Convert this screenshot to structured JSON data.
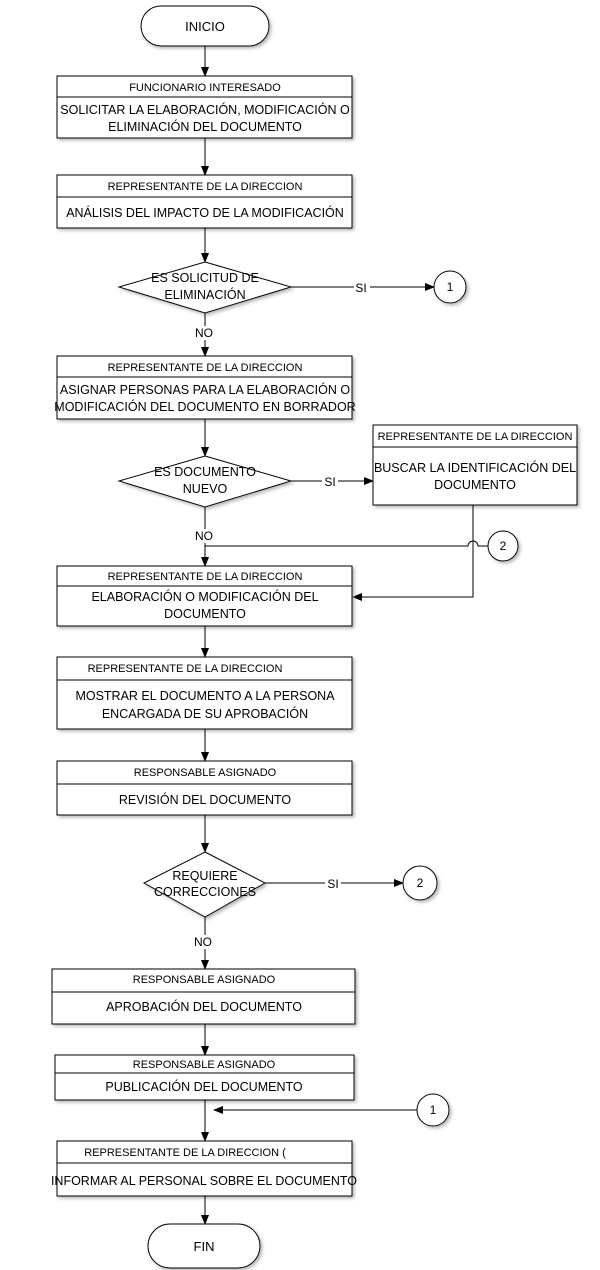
{
  "start": "INICIO",
  "end": "FIN",
  "boxes": [
    {
      "header": "FUNCIONARIO INTERESADO",
      "lines": [
        "SOLICITAR LA ELABORACIÓN, MODIFICACIÓN O",
        "ELIMINACIÓN DEL DOCUMENTO"
      ]
    },
    {
      "header": "REPRESENTANTE DE LA DIRECCION",
      "lines": [
        "ANÁLISIS DEL IMPACTO DE LA MODIFICACIÓN"
      ]
    },
    {
      "header": "REPRESENTANTE DE LA DIRECCION",
      "lines": [
        "ASIGNAR PERSONAS PARA LA ELABORACIÓN O",
        "MODIFICACIÓN DEL DOCUMENTO EN BORRADOR"
      ]
    },
    {
      "header": "REPRESENTANTE DE LA DIRECCION",
      "lines": [
        "BUSCAR LA IDENTIFICACIÓN DEL",
        "DOCUMENTO"
      ]
    },
    {
      "header": "REPRESENTANTE DE LA DIRECCION",
      "lines": [
        "ELABORACIÓN O MODIFICACIÓN DEL",
        "DOCUMENTO"
      ]
    },
    {
      "header": "REPRESENTANTE DE LA DIRECCION",
      "lines": [
        "MOSTRAR EL DOCUMENTO A LA PERSONA",
        "ENCARGADA DE SU APROBACIÓN"
      ]
    },
    {
      "header": "RESPONSABLE ASIGNADO",
      "lines": [
        "REVISIÓN DEL DOCUMENTO"
      ]
    },
    {
      "header": "RESPONSABLE ASIGNADO",
      "lines": [
        "APROBACIÓN DEL DOCUMENTO"
      ]
    },
    {
      "header": "RESPONSABLE ASIGNADO",
      "lines": [
        "PUBLICACIÓN DEL DOCUMENTO"
      ]
    },
    {
      "header": "REPRESENTANTE DE LA DIRECCION (",
      "lines": [
        "INFORMAR AL PERSONAL SOBRE EL DOCUMENTO"
      ]
    }
  ],
  "decisions": [
    {
      "lines": [
        "ES SOLICITUD DE",
        "ELIMINACIÓN"
      ]
    },
    {
      "lines": [
        "ES DOCUMENTO",
        "NUEVO"
      ]
    },
    {
      "lines": [
        "REQUIERE",
        "CORRECCIONES"
      ]
    }
  ],
  "labels": {
    "yes": "SI",
    "no": "NO"
  },
  "connectors": {
    "one": "1",
    "two": "2"
  }
}
